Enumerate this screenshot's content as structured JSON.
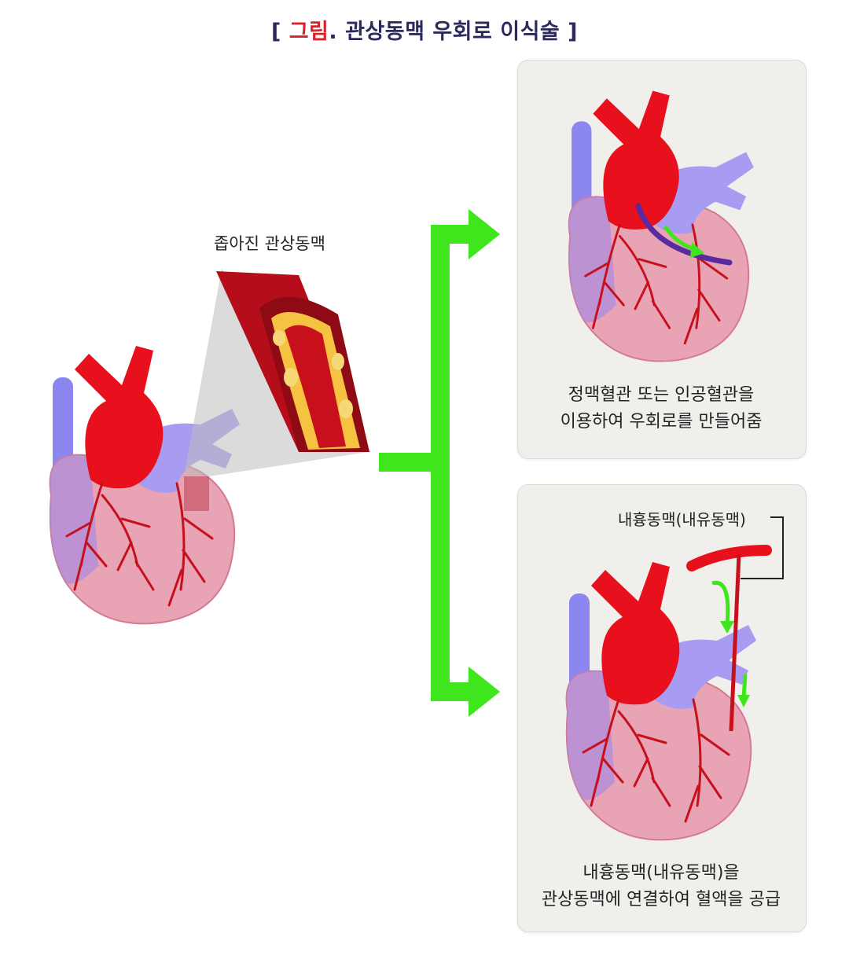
{
  "title": {
    "bracket_open": "[ ",
    "accent": "그림",
    "rest": ". 관상동맥 우회로 이식술",
    "bracket_close": " ]"
  },
  "narrowed_label": "좁아진 관상동맥",
  "panel_top": {
    "caption_line1": "정맥혈관 또는 인공혈관을",
    "caption_line2": "이용하여 우회로를 만들어줌"
  },
  "panel_bottom": {
    "callout_label": "내흉동맥(내유동맥)",
    "caption_line1": "내흉동맥(내유동맥)을",
    "caption_line2": "관상동맥에 연결하여 혈액을 공급"
  },
  "colors": {
    "title": "#2b2a5a",
    "accent": "#d8232a",
    "arrow": "#3ee61b",
    "aorta": "#e8101c",
    "vein": "#8c86f0",
    "heart": "#e8a3b4",
    "vessel": "#c8101c",
    "plaque": "#f5c242",
    "graft": "#5b2aa0"
  },
  "icons": [
    "heart-illustration",
    "artery-cross-section",
    "bypass-arrow",
    "flow-arrow"
  ]
}
